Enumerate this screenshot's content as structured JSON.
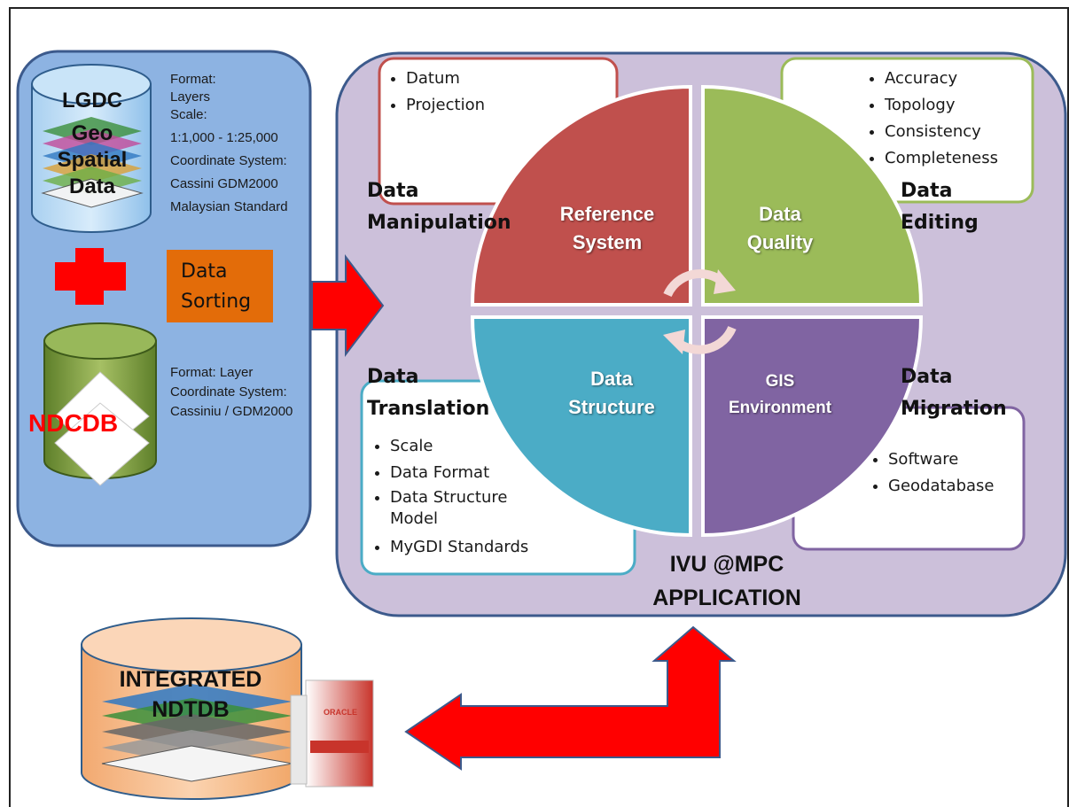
{
  "left_panel": {
    "lgdc": {
      "title": "LGDC",
      "subtitle_lines": [
        "Geo",
        "Spatial",
        "Data"
      ],
      "info_lines": [
        "Format:",
        "Layers",
        "Scale:",
        "1:1,000 - 1:25,000",
        "Coordinate System:",
        "Cassini GDM2000",
        "Malaysian Standard"
      ]
    },
    "data_sorting_lines": [
      "Data",
      "Sorting"
    ],
    "ndcdb": {
      "title": "NDCDB",
      "info_lines": [
        "Format: Layer",
        "Coordinate System:",
        "Cassiniu / GDM2000"
      ]
    }
  },
  "boxes": {
    "manipulation_items": [
      "Datum",
      "Projection"
    ],
    "editing_items": [
      "Accuracy",
      "Topology",
      "Consistency",
      "Completeness"
    ],
    "translation_items": [
      "Scale",
      "Data Format",
      "Data Structure\nModel",
      "MyGDI Standards"
    ],
    "migration_items": [
      "Software",
      "Geodatabase"
    ]
  },
  "side_labels": {
    "manipulation": [
      "Data",
      "Manipulation"
    ],
    "editing": [
      "Data",
      "Editing"
    ],
    "translation": [
      "Data",
      "Translation"
    ],
    "migration": [
      "Data",
      "Migration"
    ]
  },
  "wedges": {
    "reference": [
      "Reference",
      "System"
    ],
    "quality": [
      "Data",
      "Quality"
    ],
    "structure": [
      "Data",
      "Structure"
    ],
    "gis": [
      "GIS",
      "Environment"
    ]
  },
  "application_label": [
    "IVU @MPC",
    "APPLICATION"
  ],
  "integrated_label": [
    "INTEGRATED",
    "NDTDB"
  ],
  "oracle_label": "ORACLE",
  "colors": {
    "left_panel": "#8db3e2",
    "main_panel": "#ccc0da",
    "reference": "#c0504d",
    "quality": "#9bbb59",
    "structure": "#4bacc6",
    "gis": "#8064a2",
    "sorting": "#e36c09",
    "arrow": "#ff0000",
    "ndcdb_text": "#ff0000",
    "panel_border": "#3c5a8c"
  }
}
